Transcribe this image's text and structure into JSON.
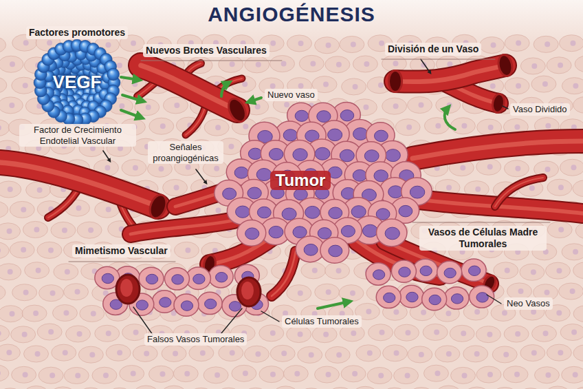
{
  "diagram": {
    "title": "ANGIOGÉNESIS",
    "nodes": [
      {
        "text": [
          "VEGF"
        ]
      },
      {
        "text": [
          "Tumor"
        ]
      }
    ],
    "labels": [
      "Factores promotores",
      "Factor de Crecimiento Endotelial Vascular",
      "Nuevos Brotes Vasculares",
      "Nuevo vaso",
      "División de un Vaso",
      "Vaso Dividido",
      "Señales proangiogénicas",
      "Mimetismo Vascular",
      "Vasos de Células Madre Tumorales",
      "Neo Vasos",
      "Células Tumorales",
      "Falsos Vasos Tumorales"
    ]
  }
}
